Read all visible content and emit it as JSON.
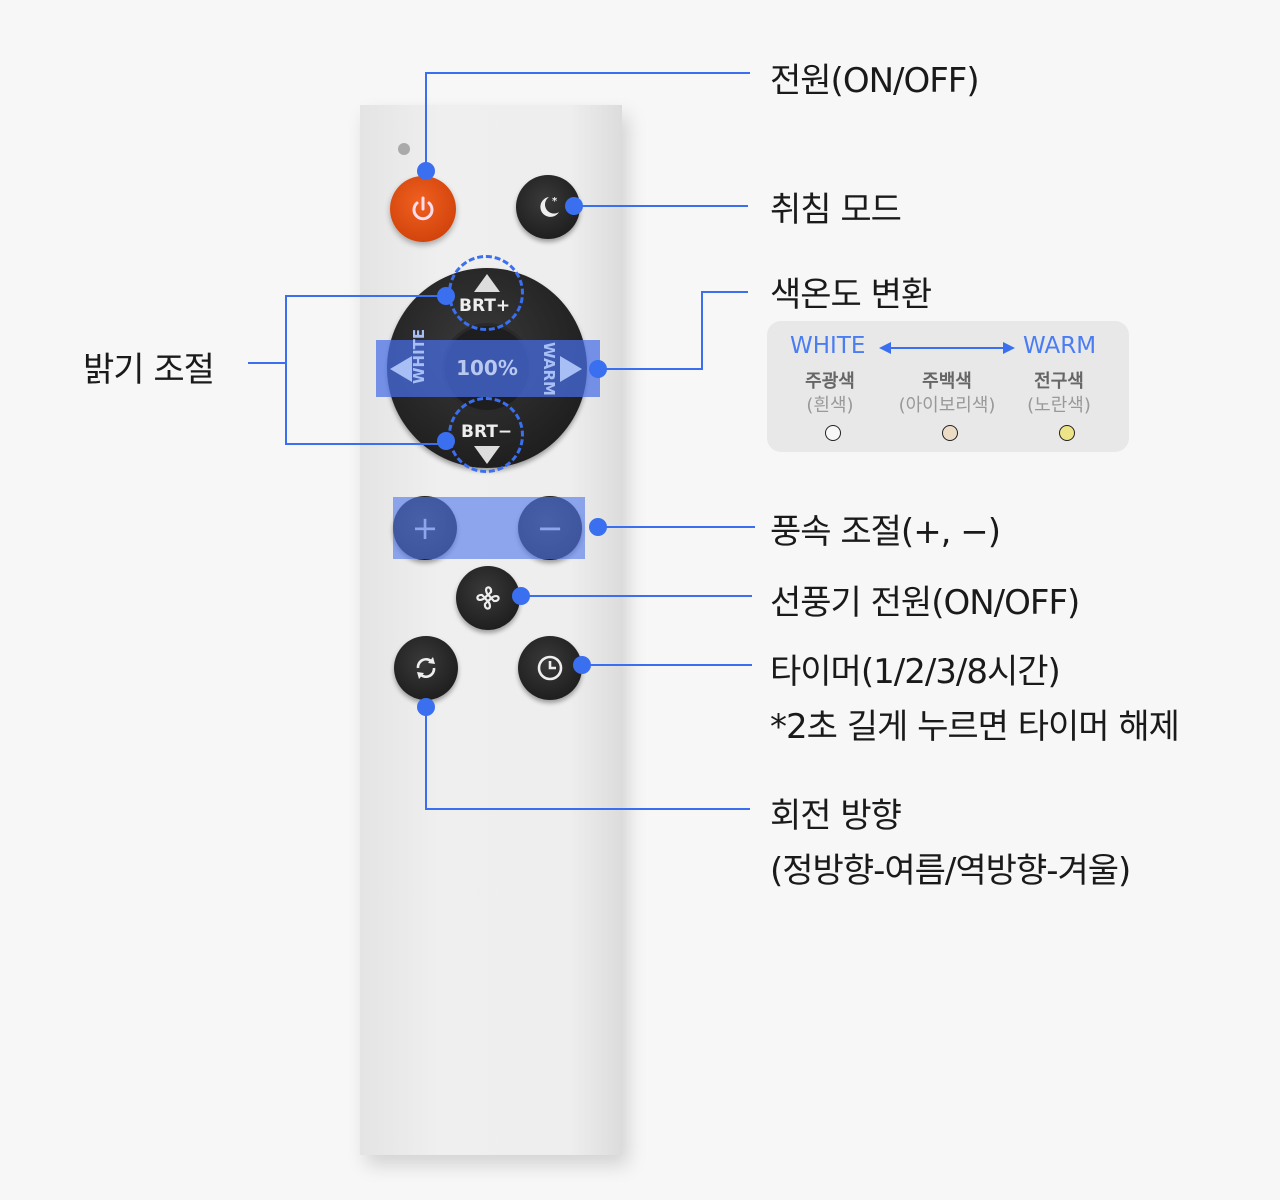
{
  "remote": {
    "center_display": "100%",
    "brt_plus": "BRT+",
    "brt_minus": "BRT−",
    "white": "WHITE",
    "warm": "WARM",
    "plus": "+",
    "minus": "−"
  },
  "labels": {
    "power": "전원(ON/OFF)",
    "sleep": "취침 모드",
    "color_temp": "색온도 변환",
    "brightness": "밝기 조절",
    "fan_speed": "풍속 조절(+, −)",
    "fan_power": "선풍기 전원(ON/OFF)",
    "timer_line1": "타이머(1/2/3/8시간)",
    "timer_line2": "*2초 길게 누르면 타이머 해제",
    "rotation_line1": "회전 방향",
    "rotation_line2": "(정방향-여름/역방향-겨울)"
  },
  "legend": {
    "white": "WHITE",
    "warm": "WARM",
    "items": [
      {
        "name": "주광색",
        "sub": "(흰색)",
        "color": "#f7f7f7"
      },
      {
        "name": "주백색",
        "sub": "(아이보리색)",
        "color": "#ecdcc6"
      },
      {
        "name": "전구색",
        "sub": "(노란색)",
        "color": "#ede488"
      }
    ]
  },
  "colors": {
    "accent": "#3a6ff0",
    "power": "#e04a10"
  }
}
